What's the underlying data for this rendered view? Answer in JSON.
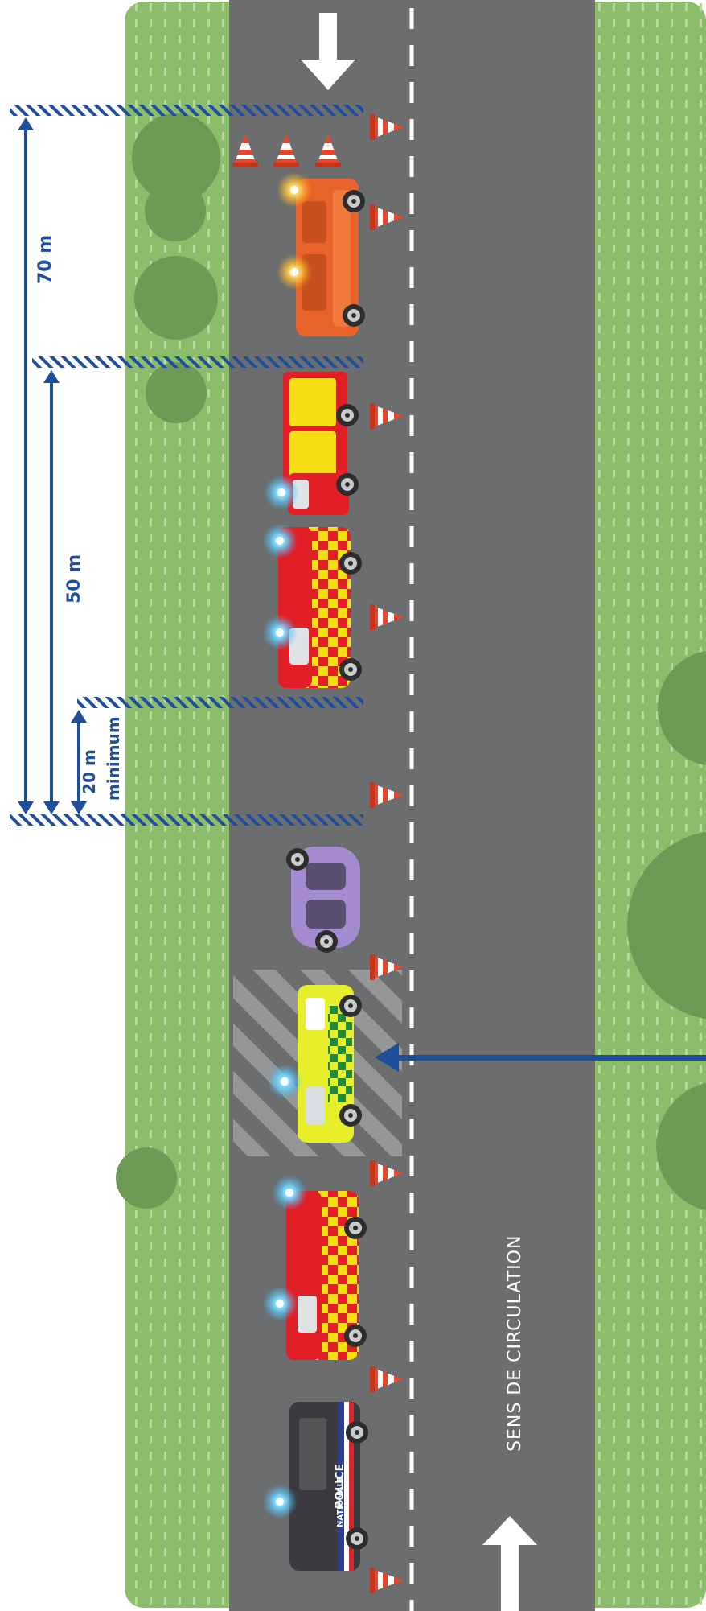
{
  "distances": {
    "d70": "70 m",
    "d50": "50 m",
    "d20": "20 m",
    "d20_sub": "minimum"
  },
  "direction_label": "SENS DE CIRCULATION",
  "vehicle_texts": {
    "police_1": "POLICE",
    "police_2": "NATIONALE"
  },
  "colors": {
    "grass": "#8cbd6a",
    "grass_dot": "#b5d79a",
    "road": "#6c6d6f",
    "tree": "#6d9a55",
    "measure_blue": "#1f4e9c",
    "cone_orange": "#e8462b",
    "fire_red": "#e21f26",
    "check_yellow": "#f6e012",
    "ambulance_yellow": "#e7ef2a",
    "ambulance_green": "#1f8a3c",
    "utility_orange": "#e8632a",
    "car_purple": "#a48bd0",
    "police_dark": "#3b3b3f",
    "beacon_blue": "#32b8f0",
    "beacon_amber": "#ffb000"
  },
  "icons": [
    "down-arrow-icon",
    "up-arrow-icon",
    "traffic-cone-icon",
    "emergency-beacon-icon",
    "pointer-arrow-icon"
  ]
}
